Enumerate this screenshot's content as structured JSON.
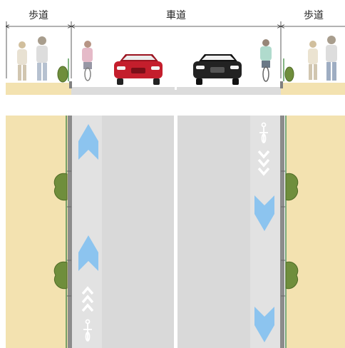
{
  "labels": {
    "sidewalk_left": "歩道",
    "roadway": "車道",
    "sidewalk_right": "歩道"
  },
  "colors": {
    "sidewalk": "#f3e2b0",
    "road": "#d9d9d9",
    "shoulder": "#e2e2e2",
    "curb": "#808080",
    "arrow": "#8cc4ef",
    "bush": "#6f8e3c",
    "bush_outline": "#4f6b26",
    "car_red": "#c41e2c",
    "car_black": "#222222",
    "dimension_line": "#333333"
  },
  "icons": {
    "cross_section": [
      "pedestrian-icon",
      "pedestrian-icon",
      "bush-icon",
      "cyclist-icon",
      "red-car-icon",
      "black-car-icon",
      "cyclist-icon",
      "bush-icon",
      "pedestrian-icon",
      "pedestrian-icon"
    ],
    "plan_view": [
      "vehicle-arrow-icon",
      "bicycle-chevron-icon",
      "bicycle-symbol-icon",
      "bush-icon"
    ]
  }
}
